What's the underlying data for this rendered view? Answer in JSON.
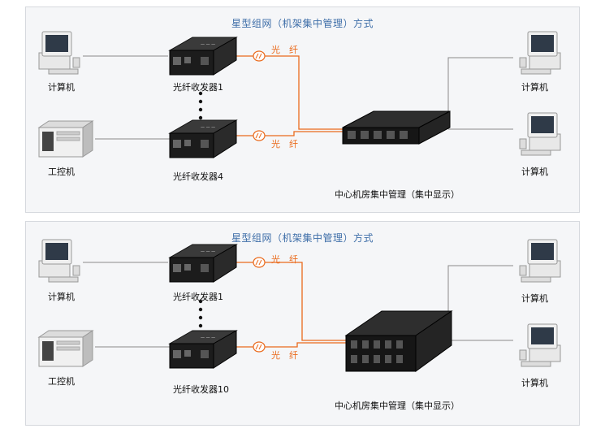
{
  "panels": [
    {
      "title": "星型组网（机架集中管理）方式",
      "left_top_label": "计算机",
      "left_bottom_label": "工控机",
      "transceiver_top_label": "光纤收发器1",
      "transceiver_bottom_label": "光纤收发器4",
      "fiber_label_top": "光　纤",
      "fiber_label_bottom": "光　纤",
      "rack_label": "中心机房集中管理（集中显示）",
      "right_top_label": "计算机",
      "right_bottom_label": "计算机"
    },
    {
      "title": "星型组网（机架集中管理）方式",
      "left_top_label": "计算机",
      "left_bottom_label": "工控机",
      "transceiver_top_label": "光纤收发器1",
      "transceiver_bottom_label": "光纤收发器10",
      "fiber_label_top": "光　纤",
      "fiber_label_bottom": "光　纤",
      "rack_label": "中心机房集中管理（集中显示）",
      "right_top_label": "计算机",
      "right_bottom_label": "计算机"
    }
  ],
  "colors": {
    "fiber": "#ea6a1c",
    "copper_line": "#8a8a8a",
    "title": "#3e6ea8",
    "panel_bg": "#f5f6f8"
  },
  "icons": [
    "computer-icon",
    "industrial-pc-icon",
    "fiber-transceiver-icon",
    "fiber-connector-icon",
    "rack-chassis-icon"
  ]
}
